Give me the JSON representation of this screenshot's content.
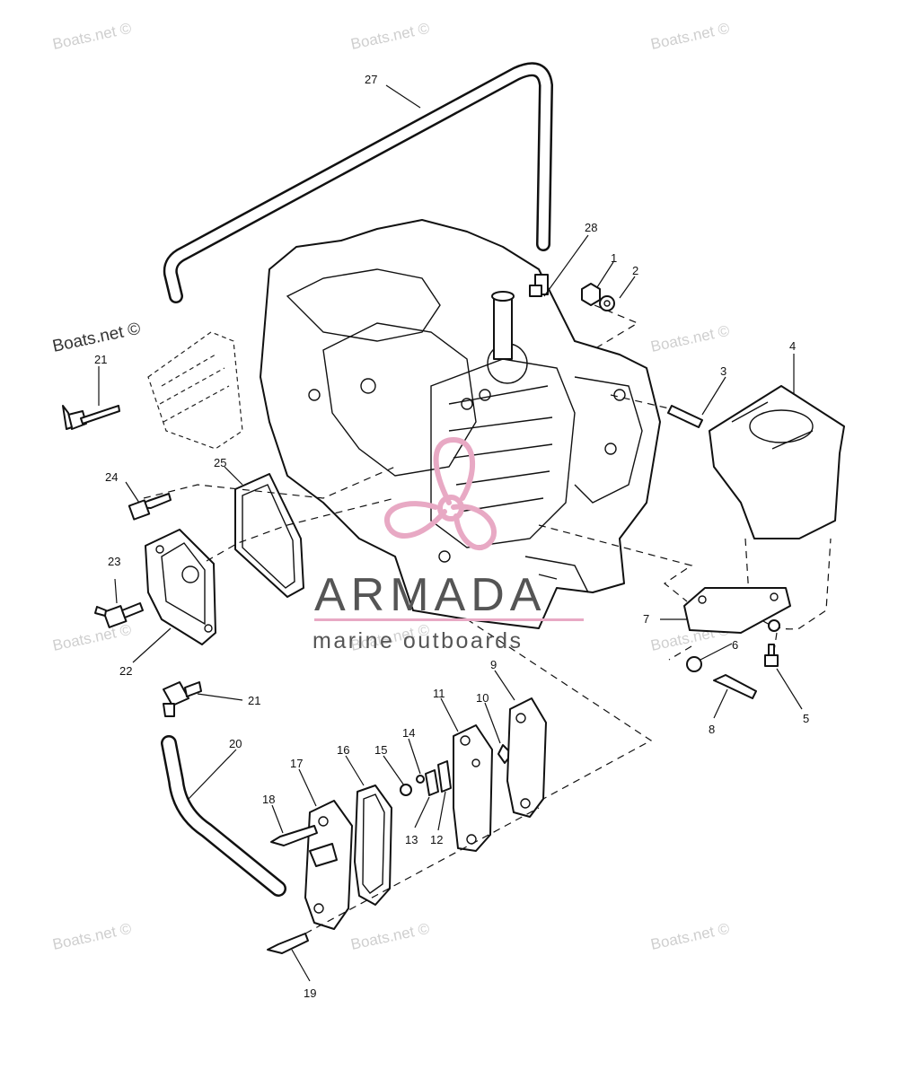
{
  "watermarks": {
    "boats": "Boats.net ©"
  },
  "logo": {
    "brand": "ARMADA",
    "tagline": "marine outboards",
    "colors": {
      "accent": "#e8a9c4",
      "text": "#555555"
    }
  },
  "callouts": [
    "1",
    "2",
    "3",
    "4",
    "5",
    "6",
    "7",
    "8",
    "9",
    "10",
    "11",
    "12",
    "13",
    "14",
    "15",
    "16",
    "17",
    "18",
    "19",
    "20",
    "21",
    "21",
    "22",
    "23",
    "24",
    "25",
    "27",
    "28"
  ]
}
